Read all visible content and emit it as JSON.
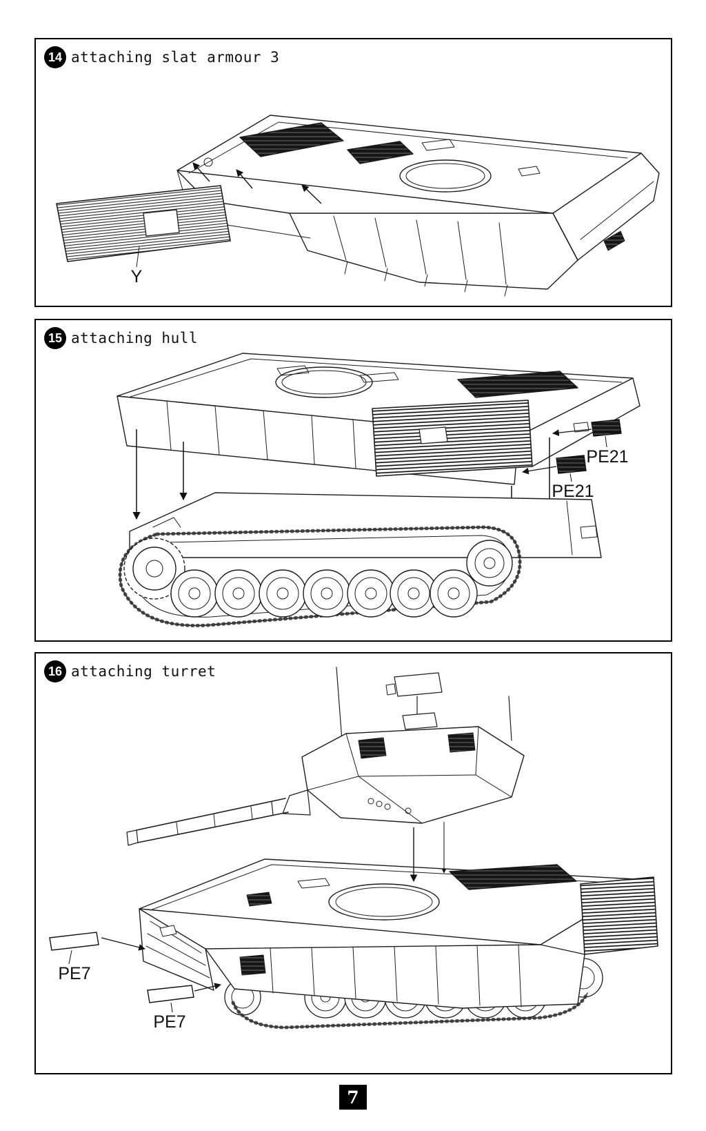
{
  "page": {
    "number": "7"
  },
  "steps": [
    {
      "number": "14",
      "title": "attaching slat armour 3",
      "labels": [
        {
          "text": "Y"
        }
      ]
    },
    {
      "number": "15",
      "title": "attaching hull",
      "labels": [
        {
          "text": "PE21"
        },
        {
          "text": "PE21"
        }
      ]
    },
    {
      "number": "16",
      "title": "attaching turret",
      "labels": [
        {
          "text": "PE7"
        },
        {
          "text": "PE7"
        }
      ]
    }
  ]
}
